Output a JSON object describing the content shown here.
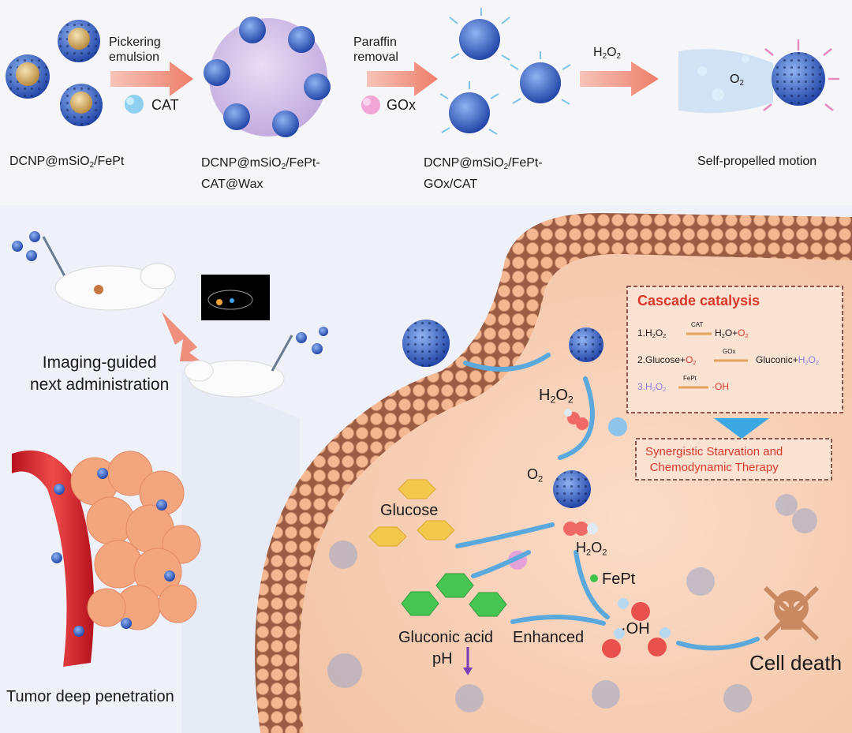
{
  "top_row": {
    "pickering": "Pickering\nemulsion",
    "cat": "CAT",
    "paraffin": "Paraffin\nremoval",
    "gox": "GOx",
    "h2o2_arrow": "H2O2",
    "o2_motion": "O2",
    "stage1": "DCNP@mSiO2/FePt",
    "stage2": "DCNP@mSiO2/FePt-\nCAT@Wax",
    "stage3": "DCNP@mSiO2/FePt-\nGOx/CAT",
    "stage4": "Self-propelled motion"
  },
  "left_panel": {
    "imaging": "Imaging-guided\nnext administration",
    "tumor": "Tumor deep penetration"
  },
  "cascade": {
    "title": "Cascade catalysis",
    "r1_left": "1.H2O2",
    "r1_enzyme": "CAT",
    "r1_right": "H2O+O2",
    "r2_left": "2.Glucose+O2",
    "r2_enzyme": "GOx",
    "r2_right": "Gluconic+H2O2",
    "r3_left": "3.H2O2",
    "r3_enzyme": "FePt",
    "r3_right": "·OH",
    "therapy": "Synergistic Starvation and\nChemodynamic Therapy"
  },
  "cell": {
    "h2o2_a": "H2O2",
    "o2": "O2",
    "glucose": "Glucose",
    "h2o2_b": "H2O2",
    "fept": "FePt",
    "gluconic": "Gluconic acid",
    "ph": "pH",
    "enhanced": "Enhanced",
    "oh": "·OH",
    "death": "Cell death"
  },
  "colors": {
    "accent_red": "#d8372a",
    "membrane": "#f0b896",
    "cytoplasm": "#f8d6c0",
    "particle_blue": "#3a67c9",
    "arrow_blue": "#5aa8dc",
    "glucose_yellow": "#f2c94c",
    "gluconic_green": "#46c552"
  }
}
